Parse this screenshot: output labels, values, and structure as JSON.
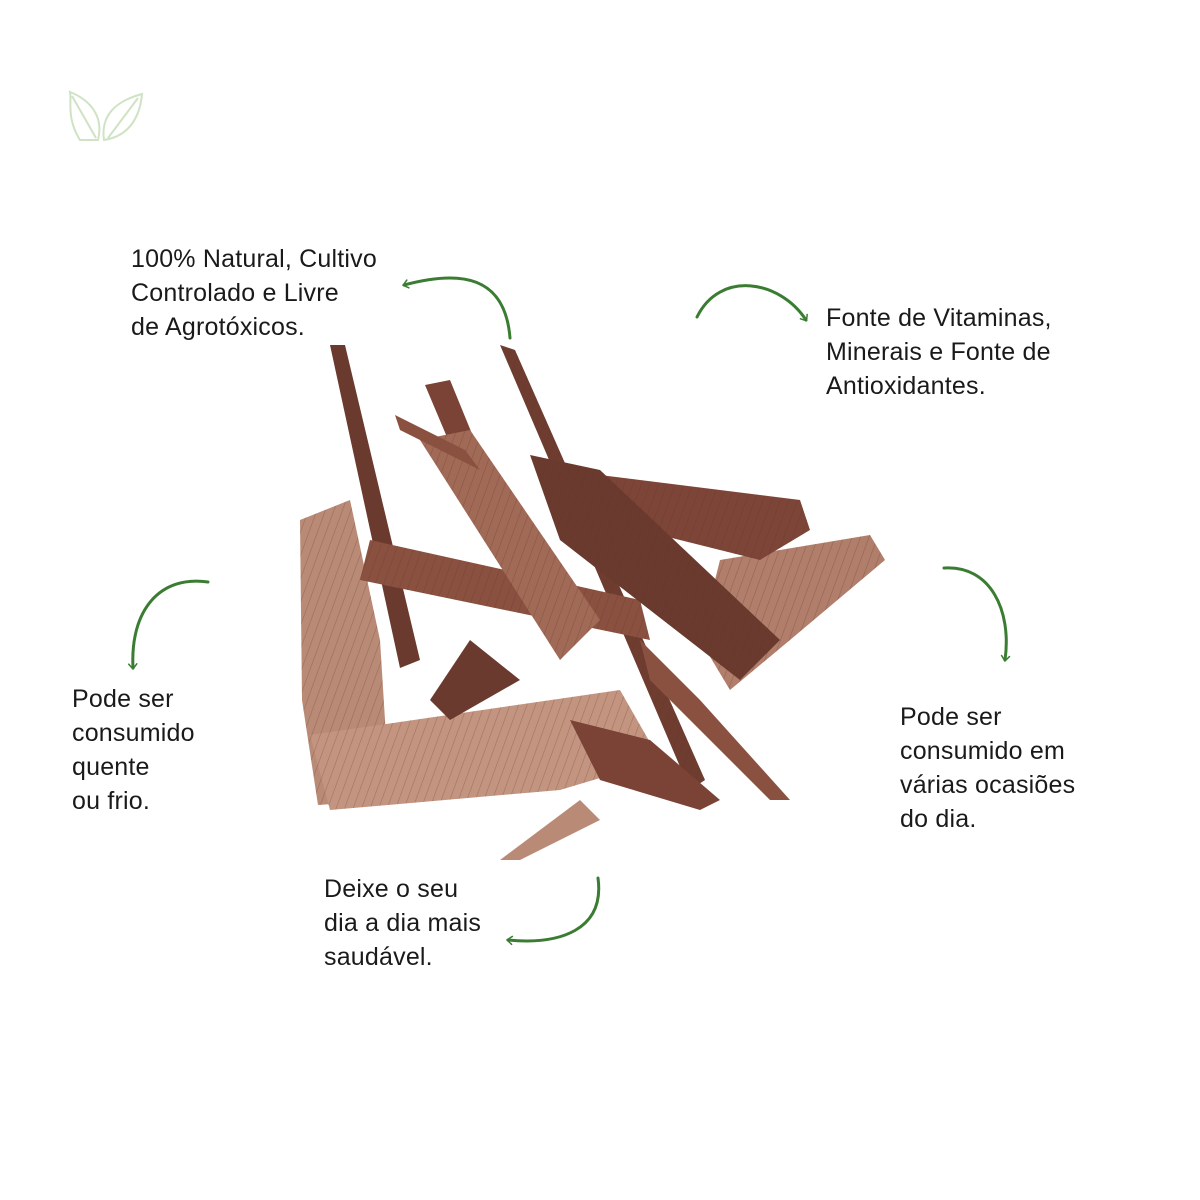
{
  "colors": {
    "arrow": "#3a7d32",
    "leaf_outline": "#cfe3c4",
    "bark_dark": "#6b3a2e",
    "bark_mid": "#8a5140",
    "bark_light": "#b98a76",
    "text": "#1a1a1a"
  },
  "icons": {
    "logo": "leaf-outline-icon",
    "arrows": "curved-arrow-icon"
  },
  "callouts": {
    "natural": [
      "100% Natural, Cultivo",
      "Controlado e Livre",
      "de Agrotóxicos."
    ],
    "vitamins": [
      "Fonte de Vitaminas,",
      "Minerais e Fonte de",
      "Antioxidantes."
    ],
    "hot_cold": [
      "Pode ser",
      "consumido",
      "quente",
      "ou frio."
    ],
    "occasions": [
      "Pode ser",
      "consumido em",
      "várias ocasiões",
      "do dia."
    ],
    "healthy": [
      "Deixe o seu",
      "dia a dia mais",
      "saudável."
    ]
  }
}
